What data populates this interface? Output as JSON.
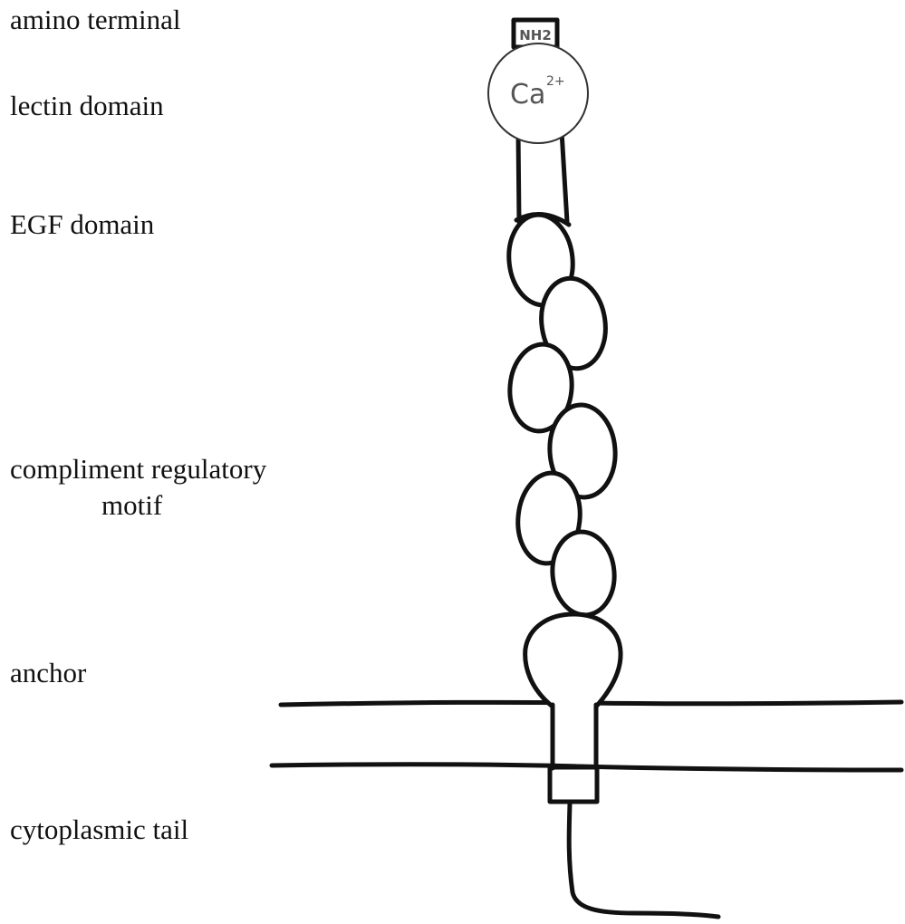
{
  "labels": {
    "amino_terminal": "amino terminal",
    "lectin_domain": "lectin domain",
    "egf_domain": "EGF domain",
    "compliment_regulatory_line1": "compliment regulatory",
    "compliment_regulatory_line2": "motif",
    "anchor": "anchor",
    "cytoplasmic_tail": "cytoplasmic tail"
  },
  "drawing_text": {
    "amino_group": "NH2",
    "calcium": "Ca",
    "calcium_charge": "2+"
  },
  "colors": {
    "ink": "#111111",
    "background": "#ffffff"
  }
}
